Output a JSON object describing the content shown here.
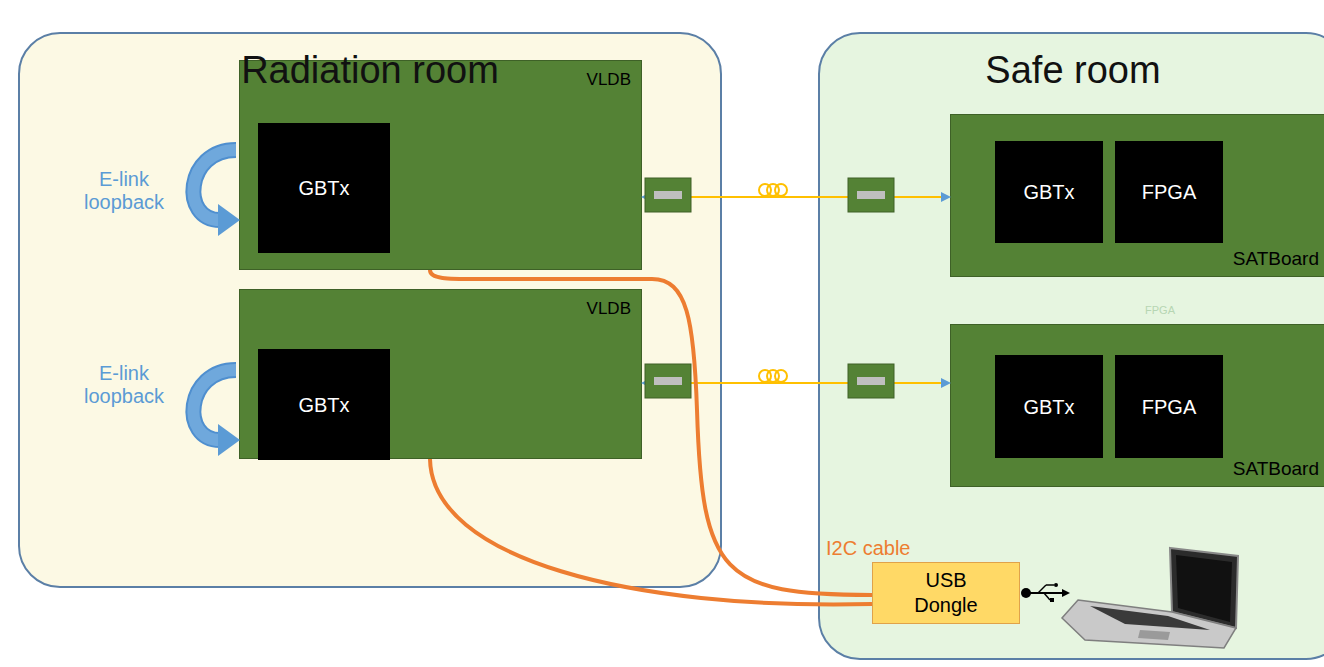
{
  "diagram": {
    "nodes": [
      {
        "text": [
          "Radiation room"
        ]
      },
      {
        "text": [
          "VLDB"
        ],
        "in": 0
      },
      {
        "text": [
          "GBTx"
        ],
        "in": 1
      },
      {
        "text": [
          "VLDB"
        ],
        "in": 0
      },
      {
        "text": [
          "GBTx"
        ],
        "in": 3
      },
      {
        "text": [
          "Safe room"
        ]
      },
      {
        "text": [
          "SATBoard"
        ],
        "in": 5
      },
      {
        "text": [
          "GBTx"
        ],
        "in": 6
      },
      {
        "text": [
          "FPGA"
        ],
        "in": 6
      },
      {
        "text": [
          "SATBoard"
        ],
        "in": 5
      },
      {
        "text": [
          "GBTx"
        ],
        "in": 9
      },
      {
        "text": [
          "FPGA"
        ],
        "in": 9
      },
      {
        "text": [
          "USB Dongle"
        ],
        "in": 5
      }
    ],
    "edges": [
      {
        "from": 1,
        "to": 6,
        "arrow": "both"
      },
      {
        "from": 3,
        "to": 9,
        "arrow": "both"
      },
      {
        "from": 1,
        "to": 12,
        "arrow": "none"
      },
      {
        "from": 3,
        "to": 12,
        "arrow": "none"
      }
    ],
    "labels": [
      "E-link loopback",
      "E-link loopback",
      "I2C cable",
      "FPGA"
    ]
  }
}
